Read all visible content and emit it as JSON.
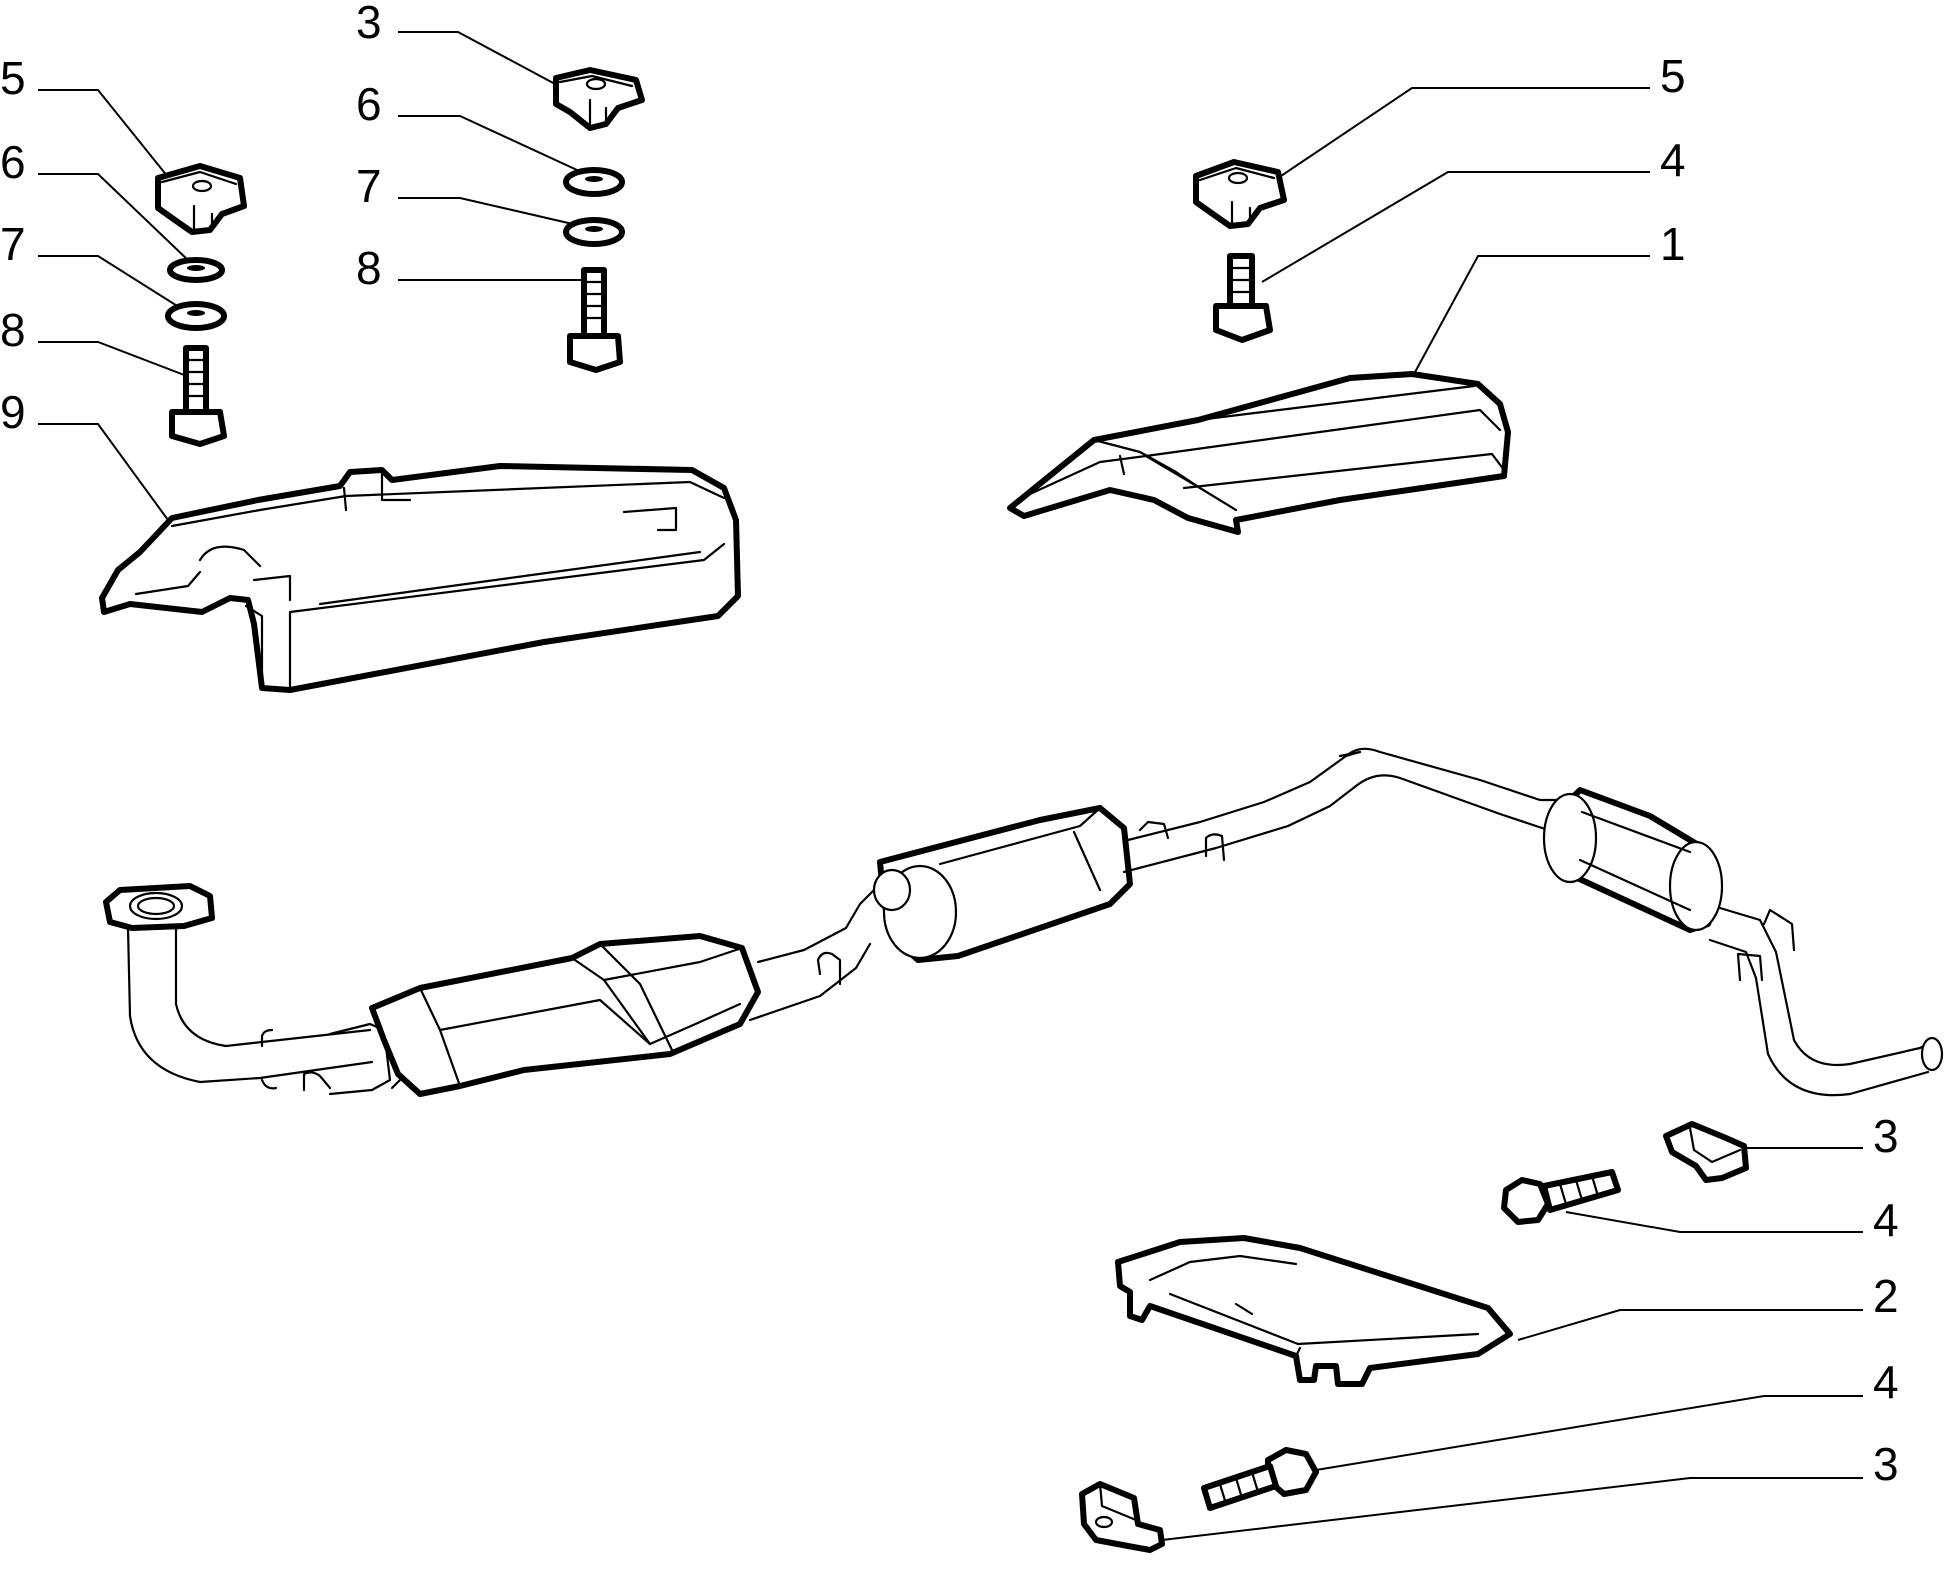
{
  "diagram": {
    "type": "exploded-parts-diagram",
    "callouts": [
      {
        "id": "c-3-top",
        "label": "3"
      },
      {
        "id": "c-5-left",
        "label": "5"
      },
      {
        "id": "c-6-left",
        "label": "6"
      },
      {
        "id": "c-7-left",
        "label": "7"
      },
      {
        "id": "c-8-left",
        "label": "8"
      },
      {
        "id": "c-9",
        "label": "9"
      },
      {
        "id": "c-6-mid",
        "label": "6"
      },
      {
        "id": "c-7-mid",
        "label": "7"
      },
      {
        "id": "c-8-mid",
        "label": "8"
      },
      {
        "id": "c-5-right",
        "label": "5"
      },
      {
        "id": "c-4-right",
        "label": "4"
      },
      {
        "id": "c-1",
        "label": "1"
      },
      {
        "id": "c-3-br1",
        "label": "3"
      },
      {
        "id": "c-4-br1",
        "label": "4"
      },
      {
        "id": "c-2",
        "label": "2"
      },
      {
        "id": "c-4-br2",
        "label": "4"
      },
      {
        "id": "c-3-br2",
        "label": "3"
      }
    ]
  }
}
